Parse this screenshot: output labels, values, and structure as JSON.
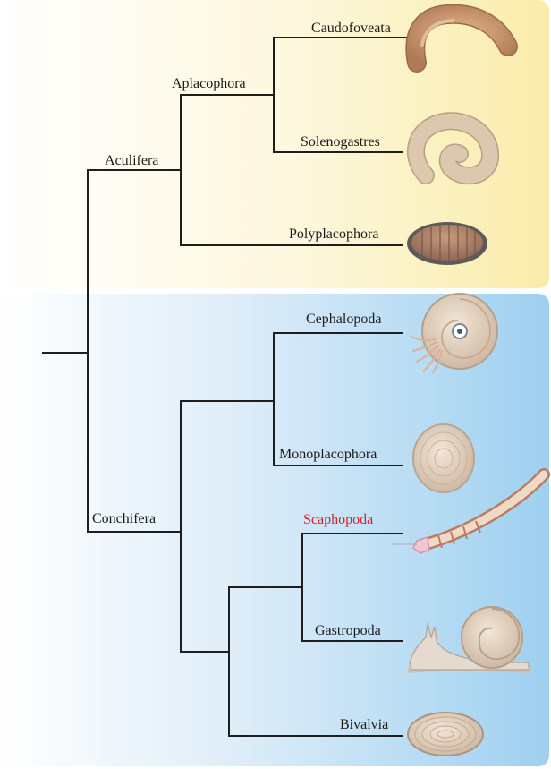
{
  "clades": {
    "aculifera": "Aculifera",
    "aplacophora": "Aplacophora",
    "conchifera": "Conchifera"
  },
  "taxa": {
    "caudofoveata": "Caudofoveata",
    "solenogastres": "Solenogastres",
    "polyplacophora": "Polyplacophora",
    "cephalopoda": "Cephalopoda",
    "monoplacophora": "Monoplacophora",
    "scaphopoda": "Scaphopoda",
    "gastropoda": "Gastropoda",
    "bivalvia": "Bivalvia"
  },
  "colors": {
    "aculifera_panel": "#fbf0b8",
    "conchifera_panel": "#a9d6f2",
    "highlight_label": "#d2232a",
    "branch": "#1e1e1e"
  },
  "icons": {
    "caudofoveata": "worm-mollusc-icon",
    "solenogastres": "curled-worm-mollusc-icon",
    "polyplacophora": "chiton-icon",
    "cephalopoda": "nautilus-icon",
    "monoplacophora": "limpet-shell-icon",
    "scaphopoda": "tusk-shell-icon",
    "gastropoda": "snail-icon",
    "bivalvia": "clam-icon"
  }
}
